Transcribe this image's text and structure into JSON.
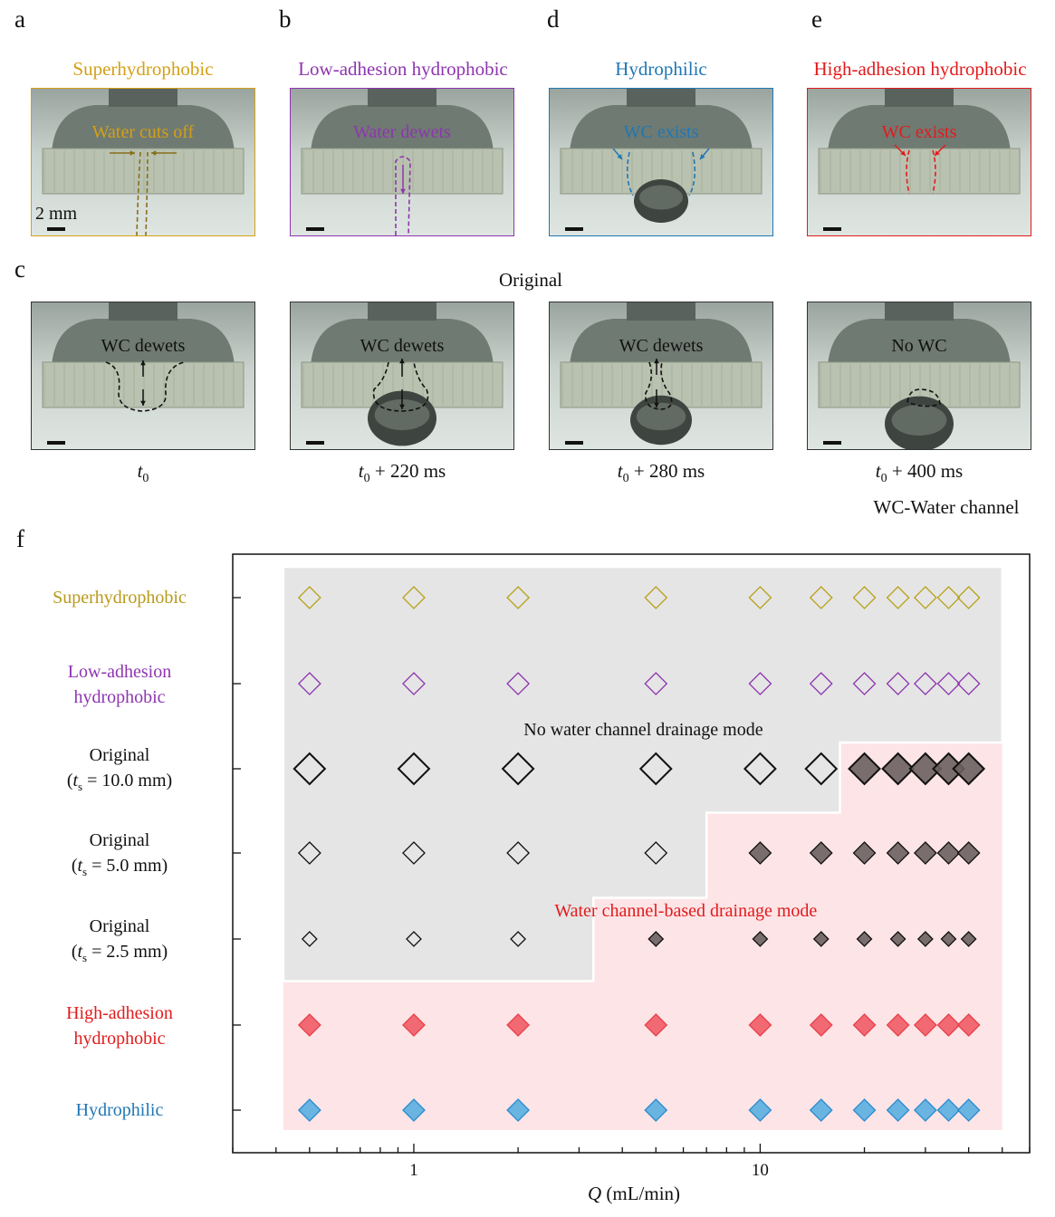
{
  "panel_labels": [
    "a",
    "b",
    "c",
    "d",
    "e",
    "f"
  ],
  "top_panels": [
    {
      "title": "Superhydrophobic",
      "color": "#d4a017",
      "annotation": "Water cuts off",
      "scale": "2 mm",
      "mode": "cutoff"
    },
    {
      "title": "Low-adhesion hydrophobic",
      "color": "#8e35b0",
      "annotation": "Water dewets",
      "mode": "dewet"
    },
    {
      "title": "Hydrophilic",
      "color": "#1f77b4",
      "annotation": "WC exists",
      "mode": "hydrophilic"
    },
    {
      "title": "High-adhesion hydrophobic",
      "color": "#e31a1c",
      "annotation": "WC exists",
      "mode": "highadhesion"
    }
  ],
  "original_section": {
    "title": "Original",
    "panels": [
      {
        "annotation": "WC dewets",
        "time_main": "t",
        "time_sub": "0",
        "time_rest": ""
      },
      {
        "annotation": "WC dewets",
        "time_main": "t",
        "time_sub": "0",
        "time_rest": " + 220 ms"
      },
      {
        "annotation": "WC dewets",
        "time_main": "t",
        "time_sub": "0",
        "time_rest": " + 280 ms"
      },
      {
        "annotation": "No WC",
        "time_main": "t",
        "time_sub": "0",
        "time_rest": " + 400 ms"
      }
    ],
    "footnote": "WC-Water channel"
  },
  "chart_data": {
    "type": "scatter",
    "xscale": "log",
    "xlim": [
      0.3,
      60
    ],
    "xticks_major": [
      1,
      10
    ],
    "xtick_labels": [
      "1",
      "10"
    ],
    "xlabel_italic": "Q",
    "xlabel_rest": " (mL/min)",
    "categories": [
      {
        "label_lines": [
          "Superhydrophobic"
        ],
        "color": "#b89a1a"
      },
      {
        "label_lines": [
          "Low-adhesion",
          "hydrophobic"
        ],
        "color": "#8e35b0"
      },
      {
        "label_lines": [
          "Original",
          "(t_s = 10.0 mm)"
        ],
        "color": "#111111"
      },
      {
        "label_lines": [
          "Original",
          "(t_s = 5.0 mm)"
        ],
        "color": "#111111"
      },
      {
        "label_lines": [
          "Original",
          "(t_s = 2.5 mm)"
        ],
        "color": "#111111"
      },
      {
        "label_lines": [
          "High-adhesion",
          "hydrophobic"
        ],
        "color": "#e31a1c"
      },
      {
        "label_lines": [
          "Hydrophilic"
        ],
        "color": "#1f77b4"
      }
    ],
    "x": [
      0.5,
      1,
      2,
      5,
      10,
      15,
      20,
      25,
      30,
      35,
      40
    ],
    "series": [
      {
        "row": 0,
        "marker": "open",
        "size": "medium",
        "stroke": "#b8a21a",
        "fill": "none",
        "filled_from_index": 99
      },
      {
        "row": 1,
        "marker": "open",
        "size": "medium",
        "stroke": "#8e35b0",
        "fill": "none",
        "filled_from_index": 99
      },
      {
        "row": 2,
        "marker": "open",
        "size": "large",
        "stroke": "#111111",
        "fill": "#6b5f5f",
        "filled_from_index": 6
      },
      {
        "row": 3,
        "marker": "open",
        "size": "medium",
        "stroke": "#111111",
        "fill": "#6b5f5f",
        "filled_from_index": 4
      },
      {
        "row": 4,
        "marker": "open",
        "size": "small",
        "stroke": "#111111",
        "fill": "#6b5f5f",
        "filled_from_index": 3
      },
      {
        "row": 5,
        "marker": "filled",
        "size": "medium",
        "stroke": "#e8414a",
        "fill": "#f05b66",
        "filled_from_index": 0
      },
      {
        "row": 6,
        "marker": "filled",
        "size": "medium",
        "stroke": "#2b8ccf",
        "fill": "#5aaee0",
        "filled_from_index": 0
      }
    ],
    "regions": [
      {
        "name": "No water channel drainage mode",
        "color": "#e5e5e5",
        "text_color": "#111111"
      },
      {
        "name": "Water channel-based drainage mode",
        "color": "#fde4e6",
        "text_color": "#e31a1c"
      }
    ]
  }
}
